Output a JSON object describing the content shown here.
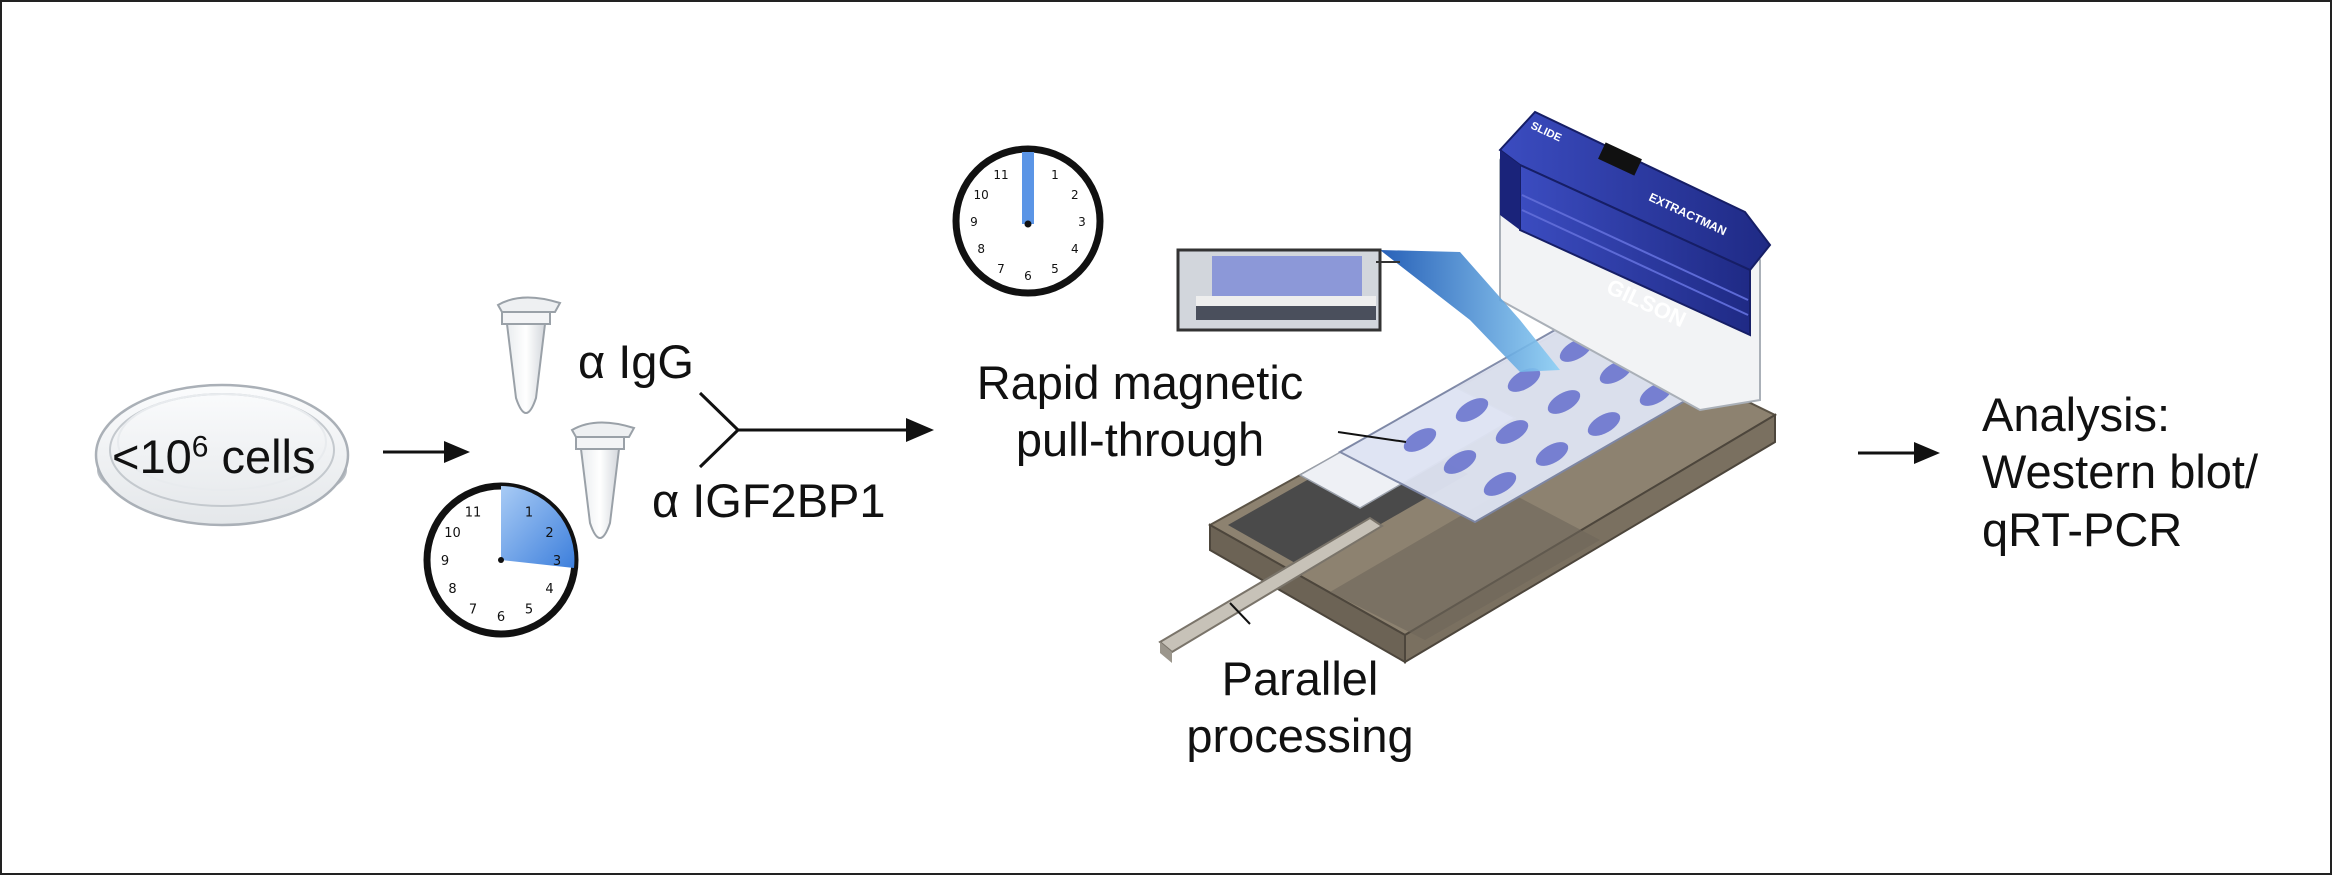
{
  "cells": {
    "prefix": "<10",
    "superscript": "6",
    "suffix": " cells"
  },
  "antibodies": {
    "igg": "α IgG",
    "igf2bp1": "α IGF2BP1"
  },
  "pullthrough": {
    "line1": "Rapid magnetic",
    "line2": "pull-through"
  },
  "parallel": {
    "line1": "Parallel",
    "line2": "processing"
  },
  "analysis": {
    "line1": "Analysis:",
    "line2": "Western blot/",
    "line3": "qRT-PCR"
  },
  "device": {
    "brand": "GILSON",
    "model": "EXTRACTMAN",
    "slide_label": "SLIDE"
  },
  "clock_numerals": [
    "1",
    "2",
    "3",
    "4",
    "5",
    "6",
    "7",
    "8",
    "9",
    "10",
    "11"
  ],
  "colors": {
    "device_blue": "#2f3fa8",
    "device_blue_dark": "#1c267a",
    "clock_fill": "#5b95e6",
    "stroke": "#111111"
  }
}
